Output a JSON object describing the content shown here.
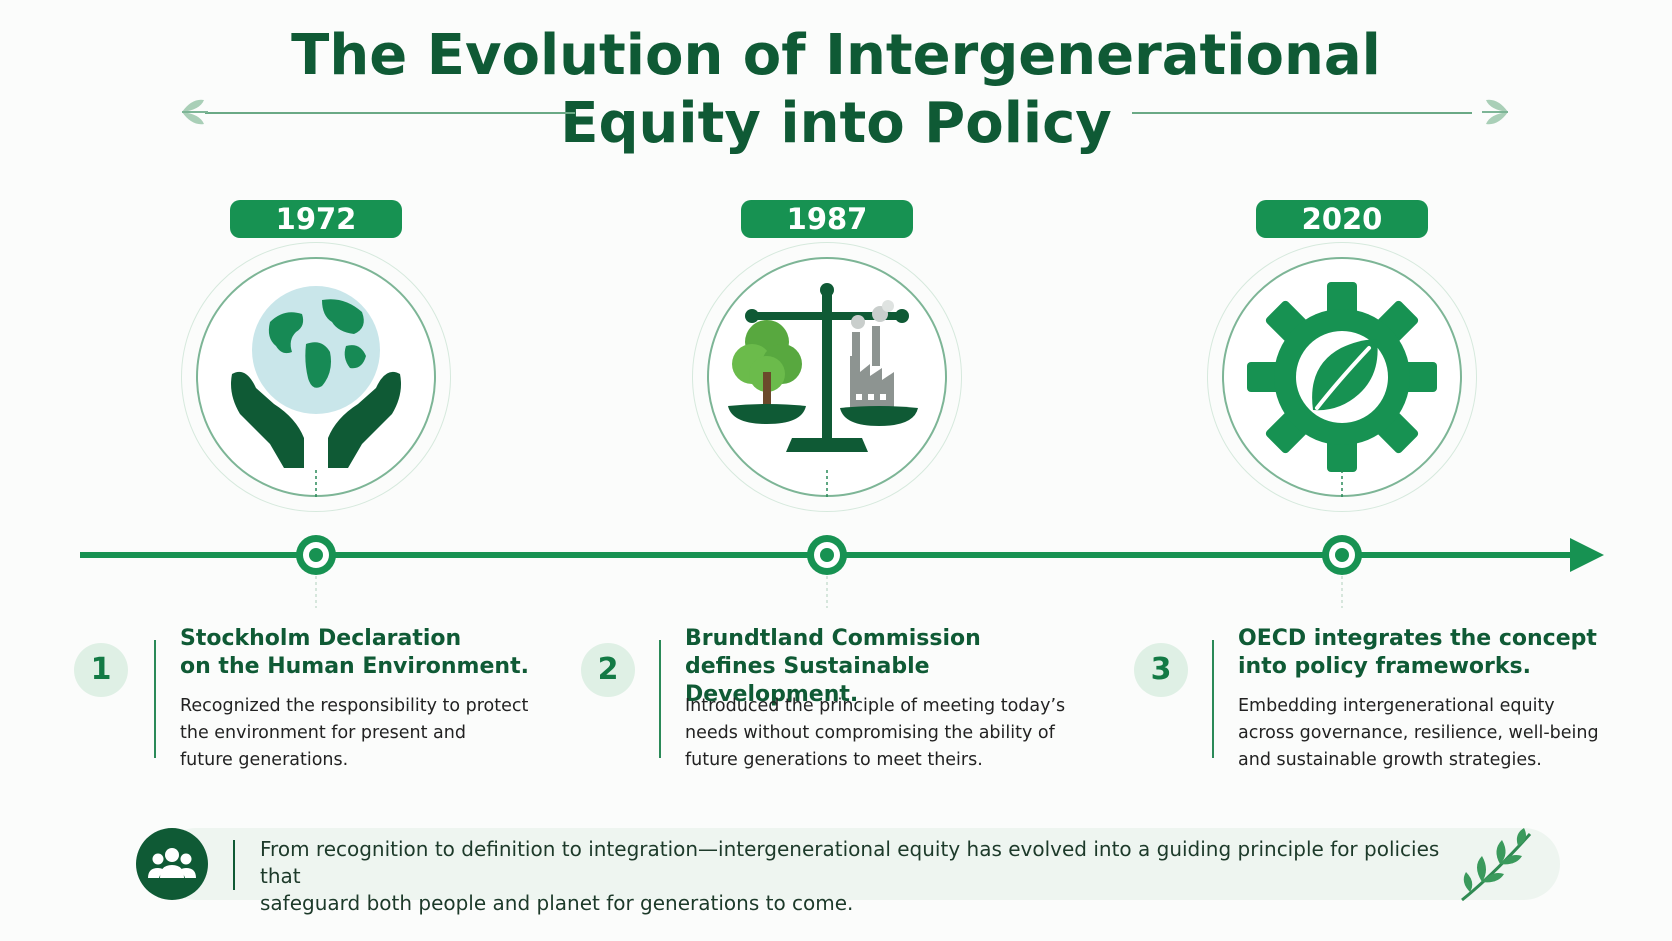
{
  "title": {
    "line1": "The Evolution of Intergenerational",
    "line2": "Equity into Policy"
  },
  "colors": {
    "primary_green": "#179252",
    "dark_green": "#0f5a35",
    "light_green": "#dff0e5",
    "banner_bg": "#eef5f0"
  },
  "milestones": [
    {
      "year": "1972",
      "number": "1",
      "icon": "globe-in-hands-icon",
      "title_line1": "Stockholm Declaration",
      "title_line2": "on the Human Environment.",
      "body_line1": "Recognized the responsibility to protect",
      "body_line2": "the environment for present and",
      "body_line3": "future generations."
    },
    {
      "year": "1987",
      "number": "2",
      "icon": "balance-scale-tree-factory-icon",
      "title_line1": "Brundtland Commission",
      "title_line2": "defines Sustainable Development.",
      "body_line1": "Introduced the principle of meeting today’s",
      "body_line2": "needs without compromising the ability of",
      "body_line3": "future generations to meet theirs."
    },
    {
      "year": "2020",
      "number": "3",
      "icon": "gear-leaf-icon",
      "title_line1": "OECD integrates the concept",
      "title_line2": "into policy frameworks.",
      "body_line1": "Embedding intergenerational equity",
      "body_line2": "across governance, resilience, well-being",
      "body_line3": "and sustainable growth strategies."
    }
  ],
  "banner": {
    "icon": "people-group-icon",
    "text_line1": "From recognition to definition to integration—intergenerational equity has evolved into a guiding principle for policies that",
    "text_line2": "safeguard both people and planet for generations to come.",
    "sprig_icon": "leaf-sprig-icon"
  }
}
